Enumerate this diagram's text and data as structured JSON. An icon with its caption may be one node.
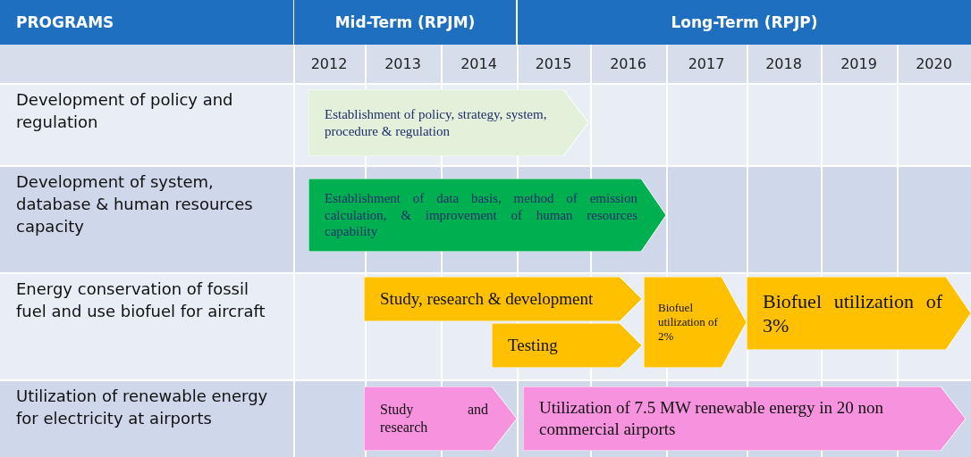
{
  "diagram": {
    "nodes": [
      {
        "text": [
          "Establishment of policy, strategy, system, procedure & regulation"
        ]
      },
      {
        "text": [
          "Establishment of data basis, method of emission calculation, & improvement of human resources capability"
        ]
      },
      {
        "text": [
          "Study, research & development"
        ]
      },
      {
        "text": [
          "Testing"
        ]
      },
      {
        "text": [
          "Biofuel utilization of 2%"
        ]
      },
      {
        "text": [
          "Biofuel utilization of 3%"
        ]
      },
      {
        "text": [
          "Study and research"
        ]
      },
      {
        "text": [
          "Utilization of 7.5 MW renewable energy in 20 non commercial airports"
        ]
      }
    ],
    "edges": [],
    "labels": [
      "PROGRAMS",
      "Mid-Term (RPJM)",
      "Long-Term (RPJP)",
      "2012",
      "2013",
      "2014",
      "2015",
      "2016",
      "2017",
      "2018",
      "2019",
      "2020",
      "Development of policy and regulation",
      "Development of system, database & human resources capacity",
      "Energy conservation of fossil fuel and use biofuel for aircraft",
      "Utilization of renewable energy for electricity at airports"
    ]
  }
}
